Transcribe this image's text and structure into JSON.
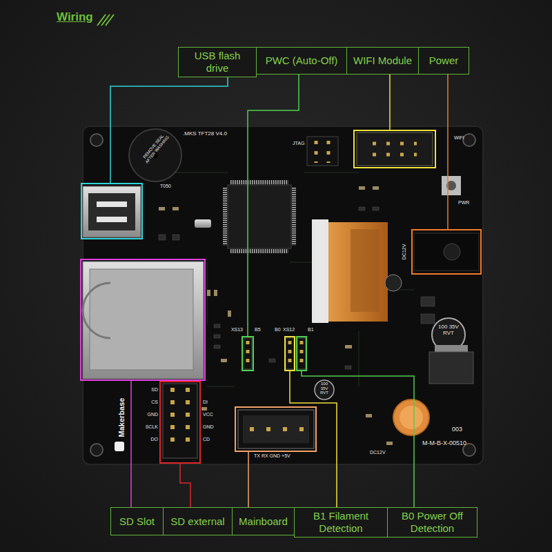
{
  "diagram": {
    "title": "Wiring",
    "nodes": [
      {
        "text": [
          "USB flash drive"
        ]
      },
      {
        "text": [
          "PWC (Auto-Off)"
        ]
      },
      {
        "text": [
          "WIFI Module"
        ]
      },
      {
        "text": [
          "Power"
        ]
      },
      {
        "text": [
          "SD Slot"
        ]
      },
      {
        "text": [
          "SD external"
        ]
      },
      {
        "text": [
          "Mainboard"
        ]
      },
      {
        "text": [
          "B1 Filament Detection"
        ]
      },
      {
        "text": [
          "B0 Power Off Detection"
        ]
      }
    ],
    "labels": [
      ".MKS TFT28 V4.0",
      "JTAG",
      "WIFI",
      "REMOVE SEAL AFTER WASHING",
      "T050",
      "PWR",
      "DC12V",
      "100 35V RVT",
      "XS13",
      "B5",
      "B0",
      "XS12",
      "B1",
      "100 35V RVT",
      "SD",
      "CS",
      "GND",
      "SCLK",
      "DO",
      "DI",
      "VCC",
      "GND",
      "CD",
      "TX RX GND +5V",
      "DC12V",
      "003",
      "M-M-B-X-00510",
      "Makerbase"
    ]
  }
}
